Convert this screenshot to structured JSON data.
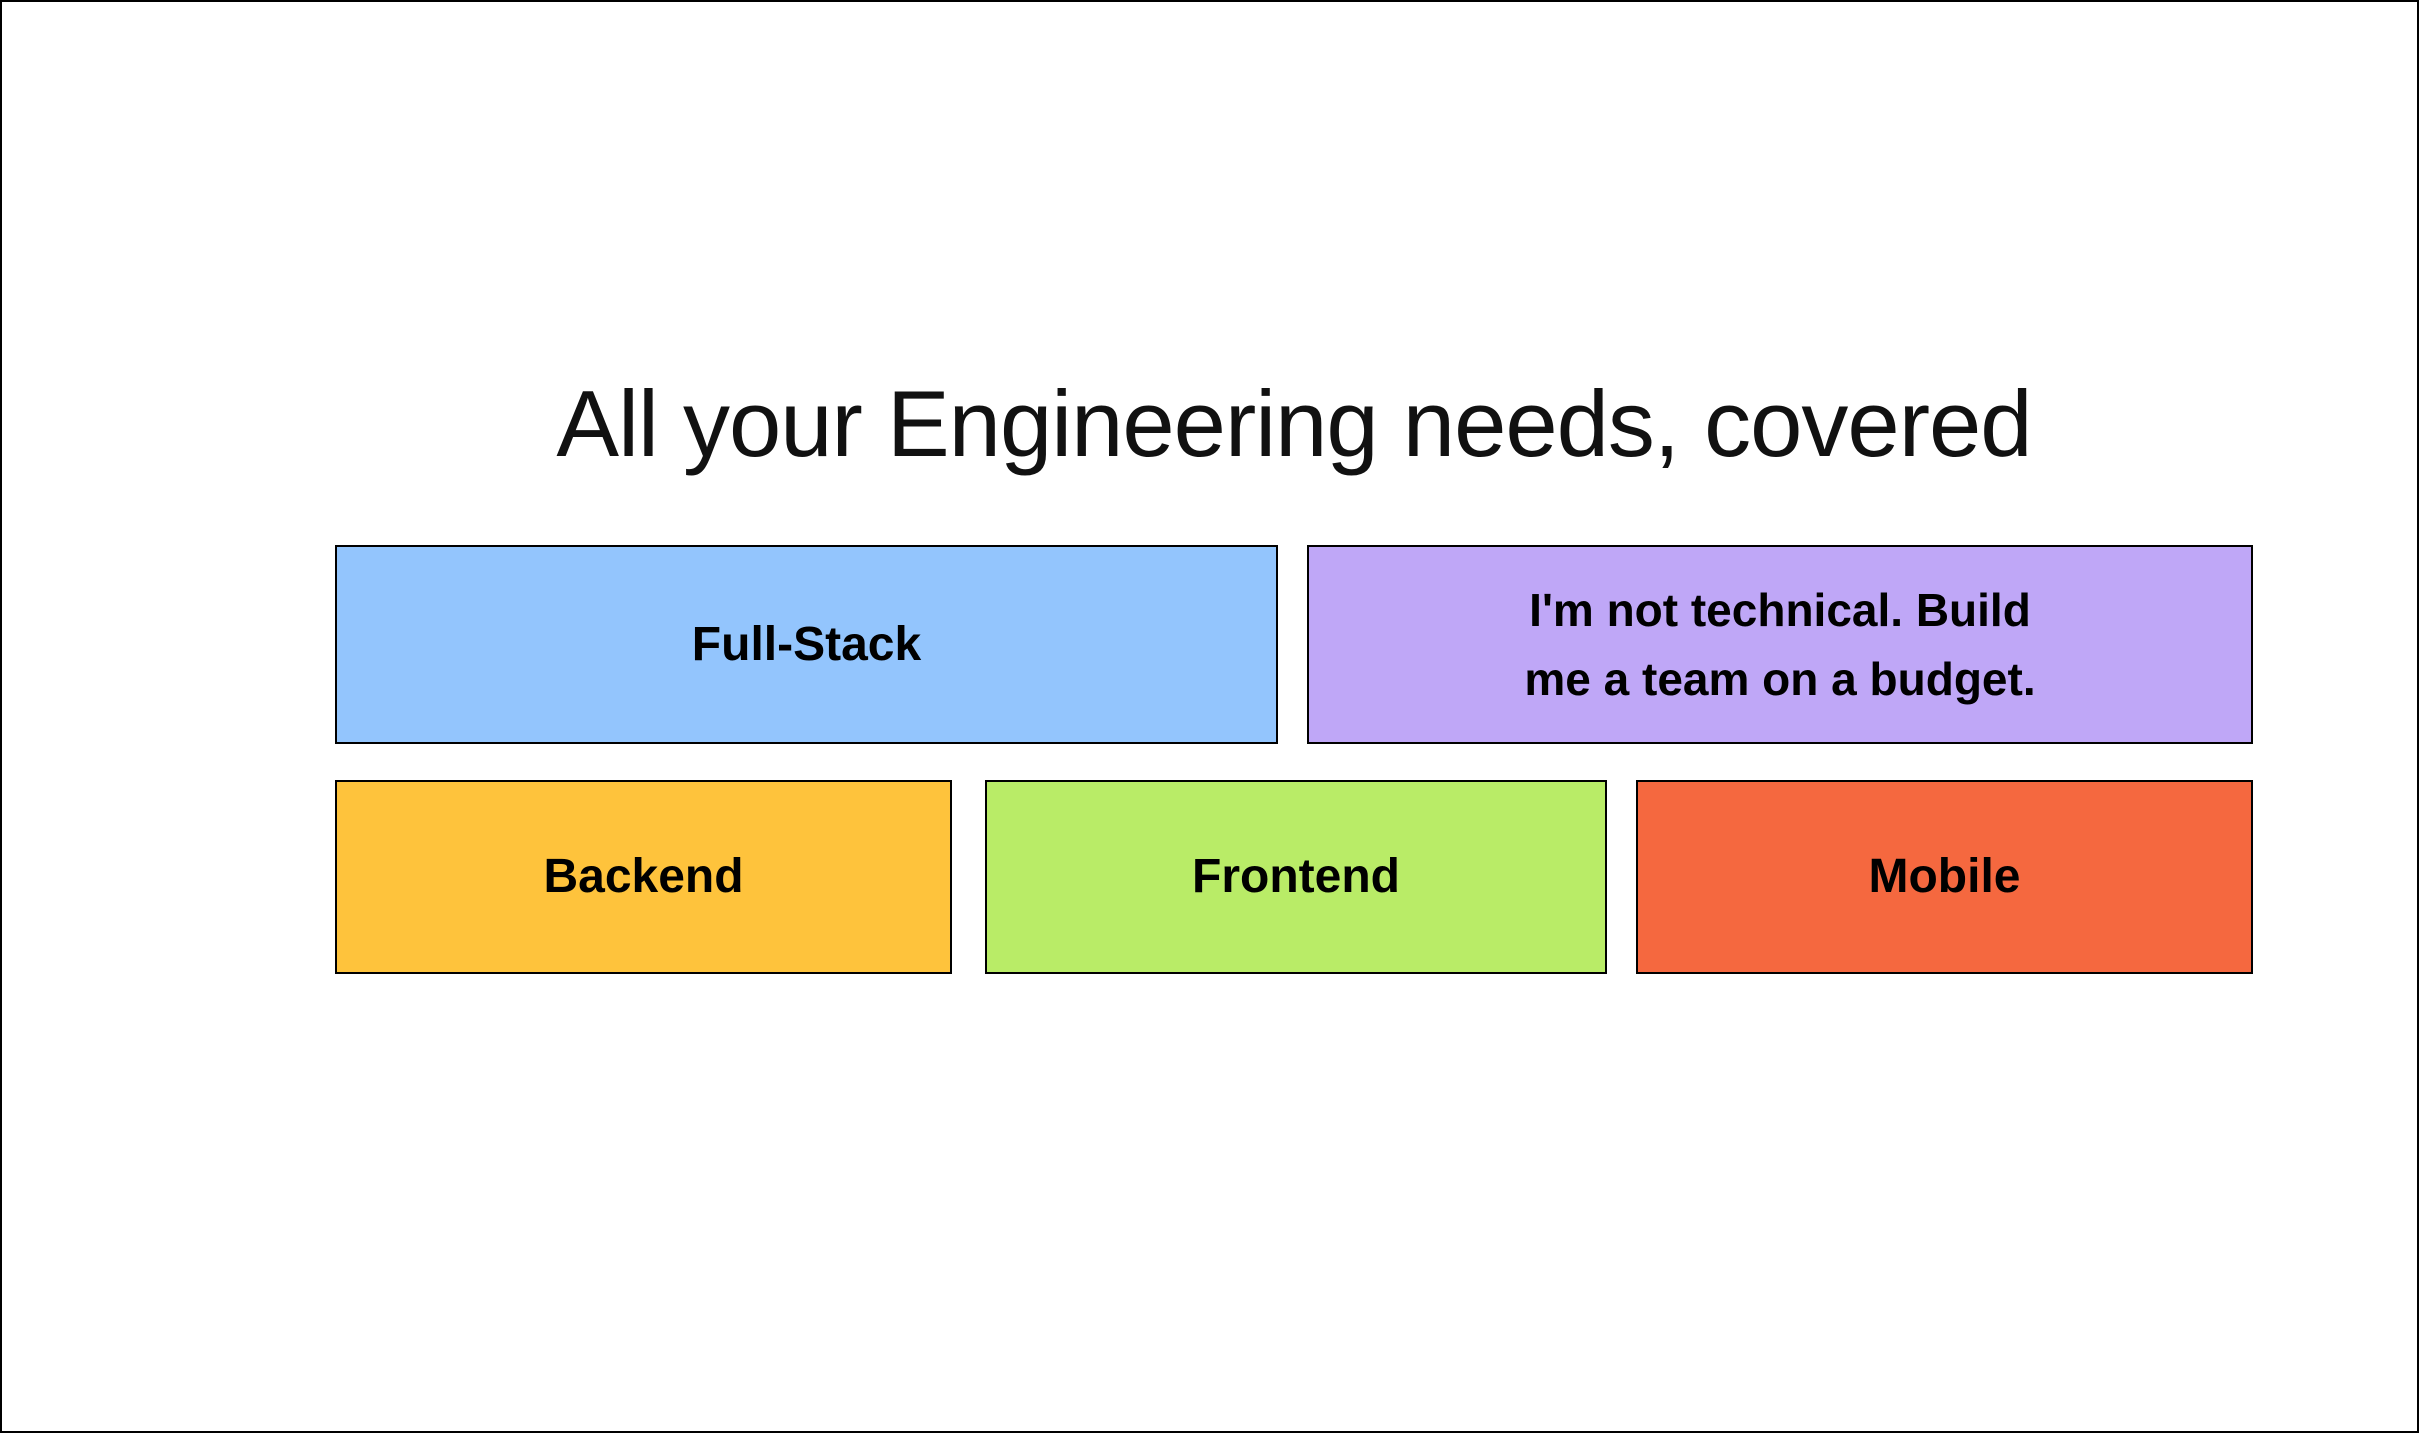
{
  "page": {
    "title": "All your Engineering needs, covered",
    "colors": {
      "background": "#ffffff",
      "frame_border": "#000000",
      "card_border": "#000000",
      "title_text": "#111111",
      "card_text": "#000000"
    }
  },
  "cards": [
    {
      "id": "full-stack",
      "label": "Full-Stack",
      "color": "#93C5FD",
      "row": 1
    },
    {
      "id": "non-technical",
      "label": "I'm not technical. Build\nme a team on a budget.",
      "color": "#BFA7F7",
      "row": 1
    },
    {
      "id": "backend",
      "label": "Backend",
      "color": "#FEC33C",
      "row": 2
    },
    {
      "id": "frontend",
      "label": "Frontend",
      "color": "#B9EC67",
      "row": 2
    },
    {
      "id": "mobile",
      "label": "Mobile",
      "color": "#F5683F",
      "row": 2
    }
  ]
}
